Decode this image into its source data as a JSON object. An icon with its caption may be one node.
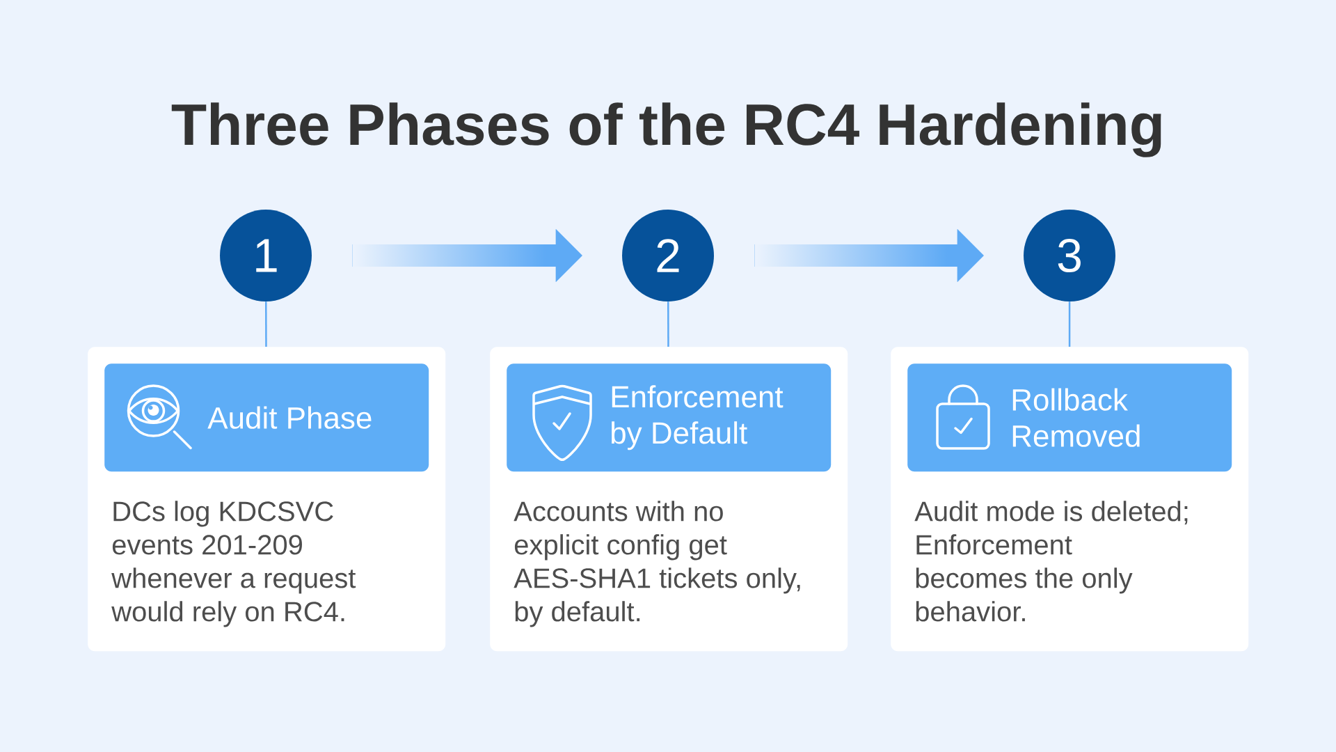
{
  "diagram": {
    "title": "Three Phases of the RC4 Hardening",
    "nodes": [
      {
        "text": [
          "1"
        ]
      },
      {
        "text": [
          "2"
        ]
      },
      {
        "text": [
          "3"
        ]
      },
      {
        "text": [
          "DCs log KDCSVC events 201-209 whenever a request would rely on RC4."
        ]
      },
      {
        "text": [
          "Audit Phase"
        ],
        "in": 3
      },
      {
        "text": [
          "Accounts with no explicit config get AES-SHA1 tickets only, by default."
        ]
      },
      {
        "text": [
          "Enforcement by Default"
        ],
        "in": 5
      },
      {
        "text": [
          "Audit mode is deleted; Enforcement becomes the only behavior."
        ]
      },
      {
        "text": [
          "Rollback Removed"
        ],
        "in": 7
      }
    ],
    "edges": [
      {
        "from": 0,
        "to": 1,
        "arrow": "to",
        "style": "thick"
      },
      {
        "from": 1,
        "to": 2,
        "arrow": "to",
        "style": "thick"
      },
      {
        "from": 0,
        "to": 3,
        "arrow": "none"
      },
      {
        "from": 1,
        "to": 5,
        "arrow": "none"
      },
      {
        "from": 2,
        "to": 7,
        "arrow": "none"
      }
    ]
  }
}
